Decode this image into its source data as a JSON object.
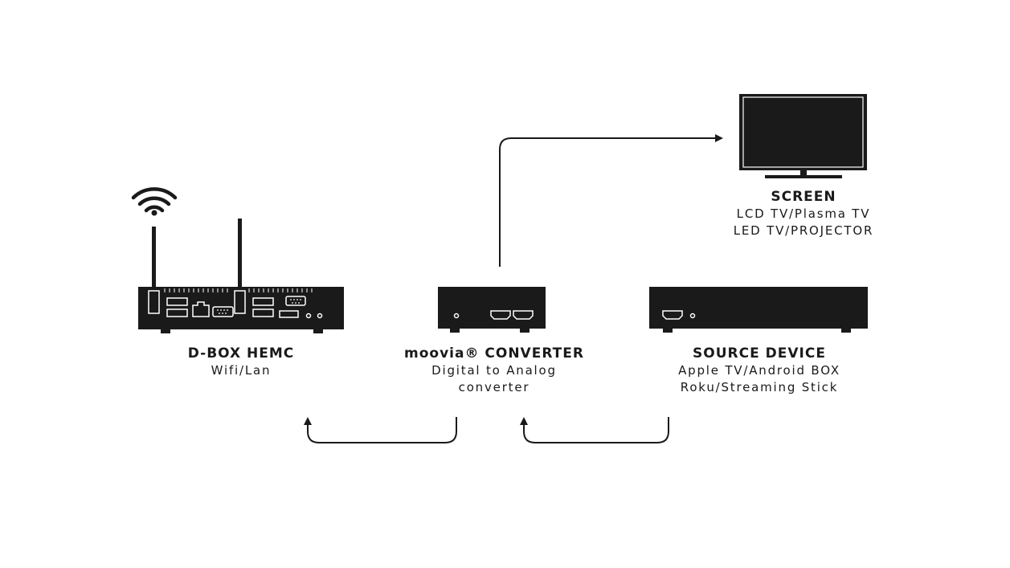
{
  "colors": {
    "ink": "#1a1a1a",
    "background": "#ffffff"
  },
  "nodes": {
    "screen": {
      "title": "SCREEN",
      "line1": "LCD TV/Plasma TV",
      "line2": "LED TV/PROJECTOR",
      "icon": "tv-icon"
    },
    "dbox": {
      "title": "D-BOX HEMC",
      "line1": "Wifi/Lan",
      "icon": "router-icon"
    },
    "converter": {
      "title": "moovia® CONVERTER",
      "line1": "Digital to Analog",
      "line2": "converter",
      "icon": "converter-box-icon"
    },
    "source": {
      "title": "SOURCE DEVICE",
      "line1": "Apple TV/Android BOX",
      "line2": "Roku/Streaming Stick",
      "icon": "set-top-box-icon"
    }
  },
  "edges": [
    {
      "from": "converter",
      "to": "screen"
    },
    {
      "from": "converter",
      "to": "dbox"
    },
    {
      "from": "source",
      "to": "converter"
    }
  ]
}
